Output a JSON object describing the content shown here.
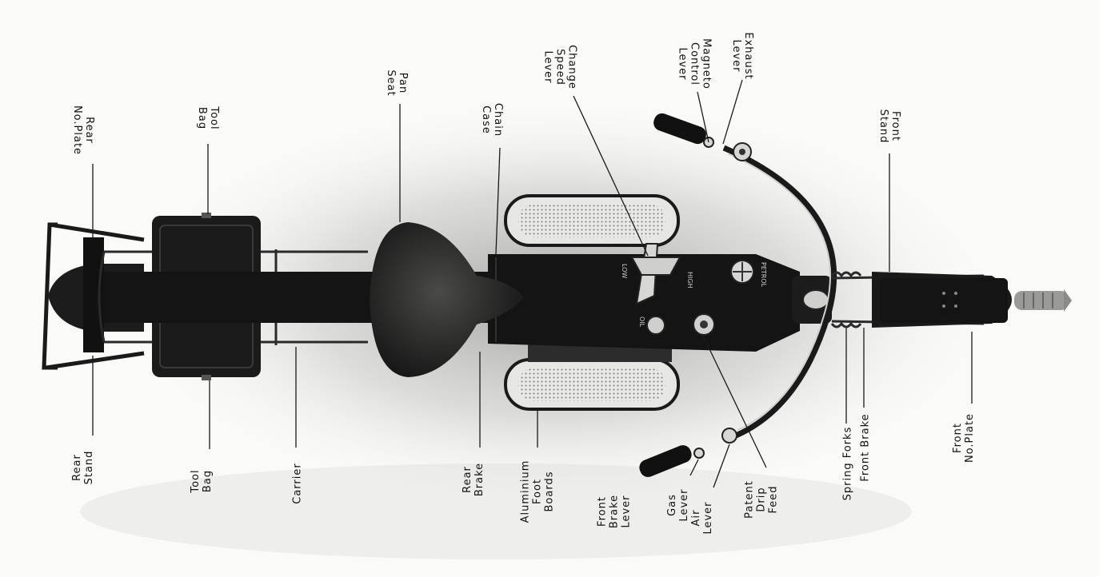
{
  "diagram": {
    "labels": {
      "rear_no_plate": [
        "Rear",
        "No.Plate"
      ],
      "tool_bag_top": [
        "Tool",
        "Bag"
      ],
      "pan_seat": [
        "Pan",
        "Seat"
      ],
      "chain_case": [
        "Chain",
        "Case"
      ],
      "change_speed_lever": [
        "Change",
        "Speed",
        "Lever"
      ],
      "magneto_control_lever": [
        "Magneto",
        "Control",
        "Lever"
      ],
      "exhaust_lever": [
        "Exhaust",
        "Lever"
      ],
      "front_stand": [
        "Front",
        "Stand"
      ],
      "rear_stand": [
        "Rear",
        "Stand"
      ],
      "tool_bag_bottom": [
        "Tool",
        "Bag"
      ],
      "carrier": [
        "Carrier"
      ],
      "rear_brake": [
        "Rear",
        "Brake"
      ],
      "aluminium_foot_boards": [
        "Aluminium",
        "Foot",
        "Boards"
      ],
      "front_brake_lever": [
        "Front",
        "Brake",
        "Lever"
      ],
      "gas_lever": [
        "Gas",
        "Lever"
      ],
      "air_lever": [
        "Air",
        "Lever"
      ],
      "patent_drip_feed": [
        "Patent",
        "Drip",
        "Feed"
      ],
      "spring_forks": [
        "Spring Forks"
      ],
      "front_brake": [
        "Front Brake"
      ],
      "front_no_plate": [
        "Front",
        "No.Plate"
      ]
    },
    "tank_markings": {
      "high": "HIGH",
      "low": "LOW",
      "petrol": "PETROL",
      "oil": "OIL"
    }
  }
}
